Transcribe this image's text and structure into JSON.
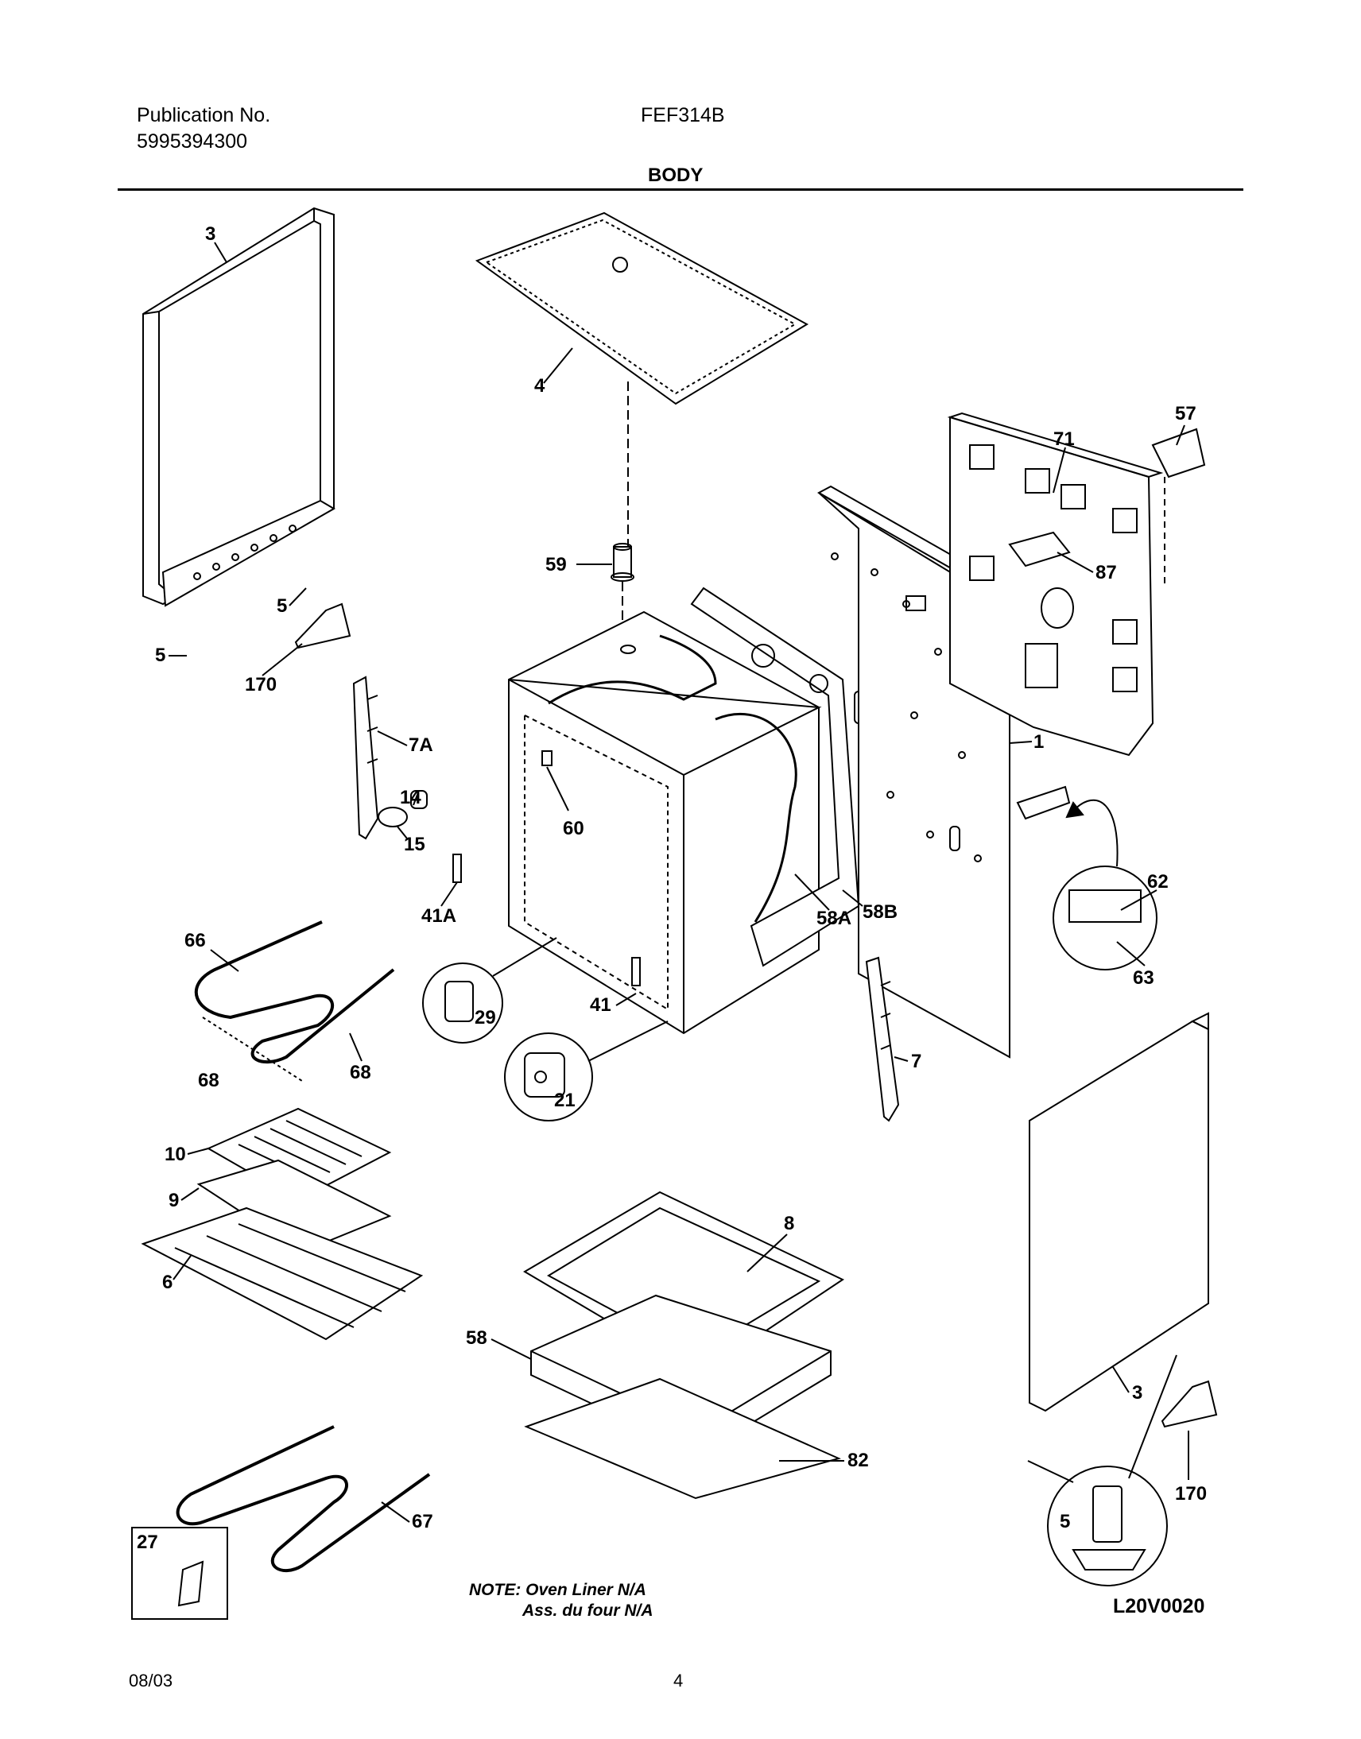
{
  "header": {
    "publication_label": "Publication No.",
    "publication_number": "5995394300",
    "model": "FEF314B",
    "section_title": "BODY"
  },
  "diagram": {
    "callouts": [
      {
        "id": "c3a",
        "label": "3"
      },
      {
        "id": "c4",
        "label": "4"
      },
      {
        "id": "c57",
        "label": "57"
      },
      {
        "id": "c71",
        "label": "71"
      },
      {
        "id": "c87",
        "label": "87"
      },
      {
        "id": "c59",
        "label": "59"
      },
      {
        "id": "c5a",
        "label": "5"
      },
      {
        "id": "c5b",
        "label": "5"
      },
      {
        "id": "c170a",
        "label": "170"
      },
      {
        "id": "c7a",
        "label": "7A"
      },
      {
        "id": "c14",
        "label": "14"
      },
      {
        "id": "c15",
        "label": "15"
      },
      {
        "id": "c60",
        "label": "60"
      },
      {
        "id": "c1",
        "label": "1"
      },
      {
        "id": "c41a",
        "label": "41A"
      },
      {
        "id": "c58a",
        "label": "58A"
      },
      {
        "id": "c58b",
        "label": "58B"
      },
      {
        "id": "c62",
        "label": "62"
      },
      {
        "id": "c63",
        "label": "63"
      },
      {
        "id": "c66",
        "label": "66"
      },
      {
        "id": "c29",
        "label": "29"
      },
      {
        "id": "c41",
        "label": "41"
      },
      {
        "id": "c68a",
        "label": "68"
      },
      {
        "id": "c68b",
        "label": "68"
      },
      {
        "id": "c21",
        "label": "21"
      },
      {
        "id": "c7",
        "label": "7"
      },
      {
        "id": "c10",
        "label": "10"
      },
      {
        "id": "c9",
        "label": "9"
      },
      {
        "id": "c6",
        "label": "6"
      },
      {
        "id": "c8",
        "label": "8"
      },
      {
        "id": "c58",
        "label": "58"
      },
      {
        "id": "c82",
        "label": "82"
      },
      {
        "id": "c3b",
        "label": "3"
      },
      {
        "id": "c170b",
        "label": "170"
      },
      {
        "id": "c5c",
        "label": "5"
      },
      {
        "id": "c67",
        "label": "67"
      },
      {
        "id": "c27",
        "label": "27"
      }
    ]
  },
  "note": {
    "line1": "NOTE: Oven Liner N/A",
    "line2": "Ass. du four N/A"
  },
  "drawing_code": "L20V0020",
  "footer": {
    "date": "08/03",
    "page": "4"
  }
}
